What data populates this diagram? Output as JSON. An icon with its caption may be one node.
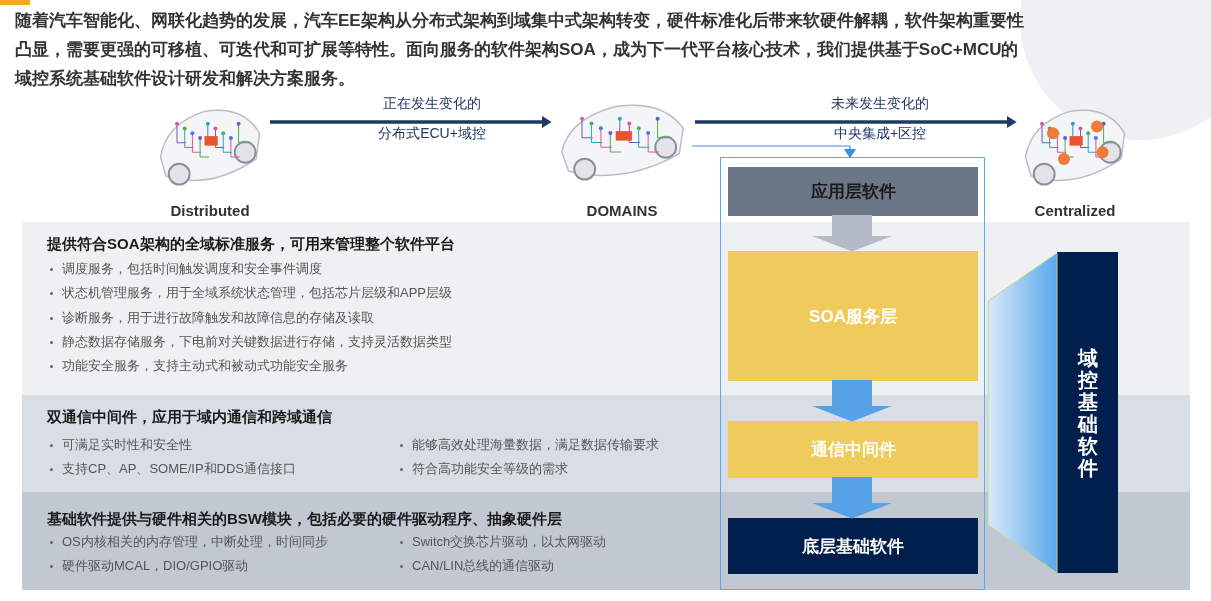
{
  "diagram": {
    "title": "随着汽车智能化、网联化趋势的发展，汽车EE架构从分布式架构到域集中式架构转变，硬件标准化后带来软硬件解耦，软件架构重要性凸显，需要更强的可移植、可迭代和可扩展等特性。面向服务的软件架构SOA，成为下一代平台核心技术，我们提供基于SoC+MCU的域控系统基础软件设计研发和解决方案服务。",
    "nodes": [
      {
        "text": [],
        "shape": "picture"
      },
      {
        "text": [],
        "shape": "picture"
      },
      {
        "text": [],
        "shape": "picture"
      },
      {
        "text": [],
        "shape": "box"
      },
      {
        "text": [
          "应用层软件"
        ],
        "in": 3
      },
      {
        "text": [
          "SOA服务层"
        ],
        "in": 3
      },
      {
        "text": [
          "通信中间件"
        ],
        "in": 3
      },
      {
        "text": [
          "底层基础软件"
        ],
        "in": 3
      },
      {
        "text": [
          "域控基础软件"
        ]
      }
    ],
    "edges": [
      {
        "from": 0,
        "to": 1,
        "arrow": "to",
        "label": "正在发生变化的",
        "color": "#1f3864"
      },
      {
        "from": 1,
        "to": 2,
        "arrow": "to",
        "label": "未来发生变化的",
        "color": "#1f3864"
      },
      {
        "from": 1,
        "to": 3,
        "arrow": "to",
        "color": "#3a8ee6"
      },
      {
        "from": 4,
        "to": 5,
        "arrow": "to",
        "style": "thick",
        "color": "#b4bbc6"
      },
      {
        "from": 5,
        "to": 6,
        "arrow": "to",
        "style": "thick",
        "color": "#56a2e6"
      },
      {
        "from": 6,
        "to": 7,
        "arrow": "to",
        "style": "thick",
        "color": "#56a2e6"
      }
    ],
    "labels": [
      "分布式ECU+域控",
      "中央集成+区控",
      "Distributed",
      "DOMAINS",
      "Centralized",
      "提供符合SOA架构的全域标准服务，可用来管理整个软件平台",
      "调度服务，包括时间触发调度和安全事件调度",
      "状态机管理服务，用于全域系统状态管理，包括芯片层级和APP层级",
      "诊断服务，用于进行故障触发和故障信息的存储及读取",
      "静态数据存储服务，下电前对关键数据进行存储，支持灵活数据类型",
      "功能安全服务，支持主动式和被动式功能安全服务",
      "双通信中间件，应用于域内通信和跨域通信",
      "可满足实时性和安全性",
      "能够高效处理海量数据，满足数据传输要求",
      "支持CP、AP、SOME/IP和DDS通信接口",
      "符合高功能安全等级的需求",
      "基础软件提供与硬件相关的BSW模块，包括必要的硬件驱动程序、抽象硬件层",
      "OS内核相关的内存管理，中断处理，时间同步",
      "Switch交换芯片驱动，以太网驱动",
      "硬件驱动MCAL，DIO/GPIO驱动",
      "CAN/LIN总线的通信驱动"
    ]
  }
}
